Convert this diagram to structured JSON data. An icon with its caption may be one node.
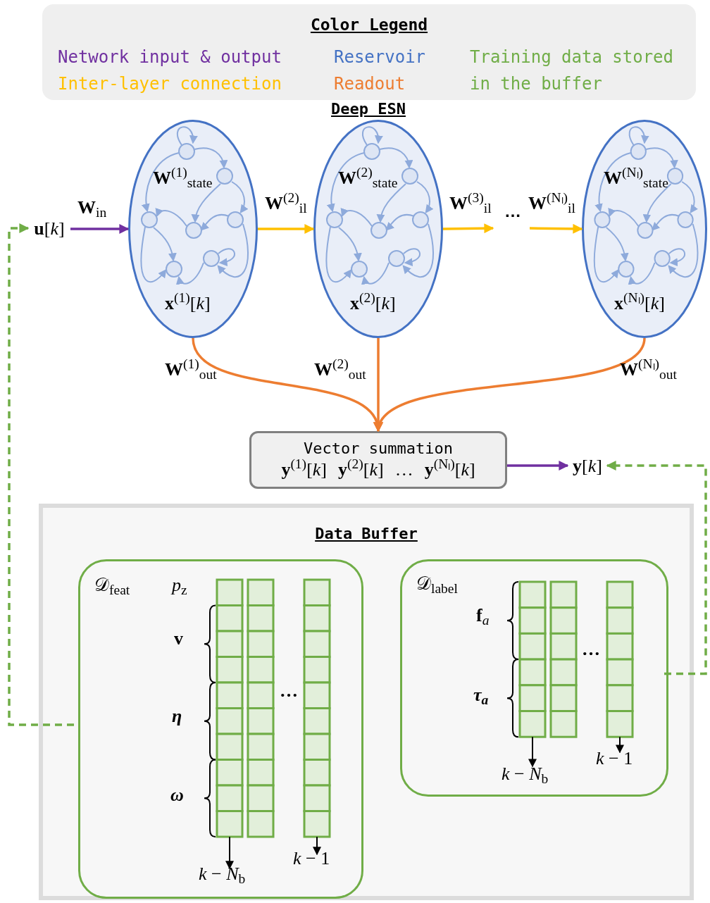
{
  "diagram": {
    "nodes": [
      {
        "text": [
          "**u**[*k*]"
        ]
      },
      {
        "text": [
          "**W**$^{(1)}$$_{state}$",
          "**x**$^{(1)}$[*k*]"
        ]
      },
      {
        "text": [
          "**W**$^{(2)}$$_{state}$",
          "**x**$^{(2)}$[*k*]"
        ]
      },
      {
        "text": [
          "**W**$^{(Nₗ)}$$_{state}$",
          "**x**$^{(Nₗ)}$[*k*]"
        ]
      },
      {
        "text": [
          "Vector summation",
          "**y**$^{(1)}$[*k*]",
          "**y**$^{(2)}$[*k*]",
          "…",
          "**y**$^{(Nₗ)}$[*k*]"
        ]
      },
      {
        "text": [
          "**y**[*k*]"
        ]
      },
      {
        "text": [
          "Data Buffer"
        ]
      },
      {
        "text": [
          "𝒟$_{feat}$",
          "*p*$_{z}$",
          "v",
          "η",
          "ω",
          "…",
          "*k* − *N*$_{b}$",
          "*k* − 1"
        ],
        "in": 6
      },
      {
        "text": [
          "𝒟$_{label}$",
          "**f**$_{a}$",
          "τ$_{a}$",
          "…",
          "*k* − *N*$_{b}$",
          "*k* − 1"
        ],
        "in": 6
      }
    ],
    "edges": [
      {
        "from": 0,
        "to": 1,
        "arrow": "to",
        "label": "**W**$_{in}$",
        "color": "#7030a0"
      },
      {
        "from": 1,
        "to": 2,
        "arrow": "to",
        "label": "**W**$^{(2)}$$_{il}$",
        "color": "#ffc000"
      },
      {
        "from": 2,
        "to": null,
        "arrow": "to",
        "label": "**W**$^{(3)}$$_{il}$",
        "color": "#ffc000"
      },
      {
        "from": null,
        "to": 3,
        "arrow": "to",
        "label": "**W**$^{(Nₗ)}$$_{il}$",
        "color": "#ffc000"
      },
      {
        "from": 1,
        "to": 4,
        "arrow": "to",
        "label": "**W**$^{(1)}$$_{out}$",
        "color": "#ed7d31"
      },
      {
        "from": 2,
        "to": 4,
        "arrow": "to",
        "label": "**W**$^{(2)}$$_{out}$",
        "color": "#ed7d31"
      },
      {
        "from": 3,
        "to": 4,
        "arrow": "to",
        "label": "**W**$^{(Nₗ)}$$_{out}$",
        "color": "#ed7d31"
      },
      {
        "from": 4,
        "to": 5,
        "arrow": "to",
        "color": "#7030a0"
      },
      {
        "from": 7,
        "to": 0,
        "arrow": "to",
        "style": "dashed",
        "color": "#70ad47"
      },
      {
        "from": 8,
        "to": 5,
        "arrow": "to",
        "style": "dashed",
        "color": "#70ad47"
      }
    ],
    "labels": [
      "Color Legend",
      "Deep ESN",
      "…"
    ],
    "legend": [
      {
        "text": "Network input & output",
        "color": "#7030a0"
      },
      {
        "text": "Inter-layer connection",
        "color": "#ffc000"
      },
      {
        "text": "Reservoir",
        "color": "#4472c4"
      },
      {
        "text": "Readout",
        "color": "#ed7d31"
      },
      {
        "text": "Training data stored in the buffer",
        "color": "#70ad47"
      }
    ]
  }
}
